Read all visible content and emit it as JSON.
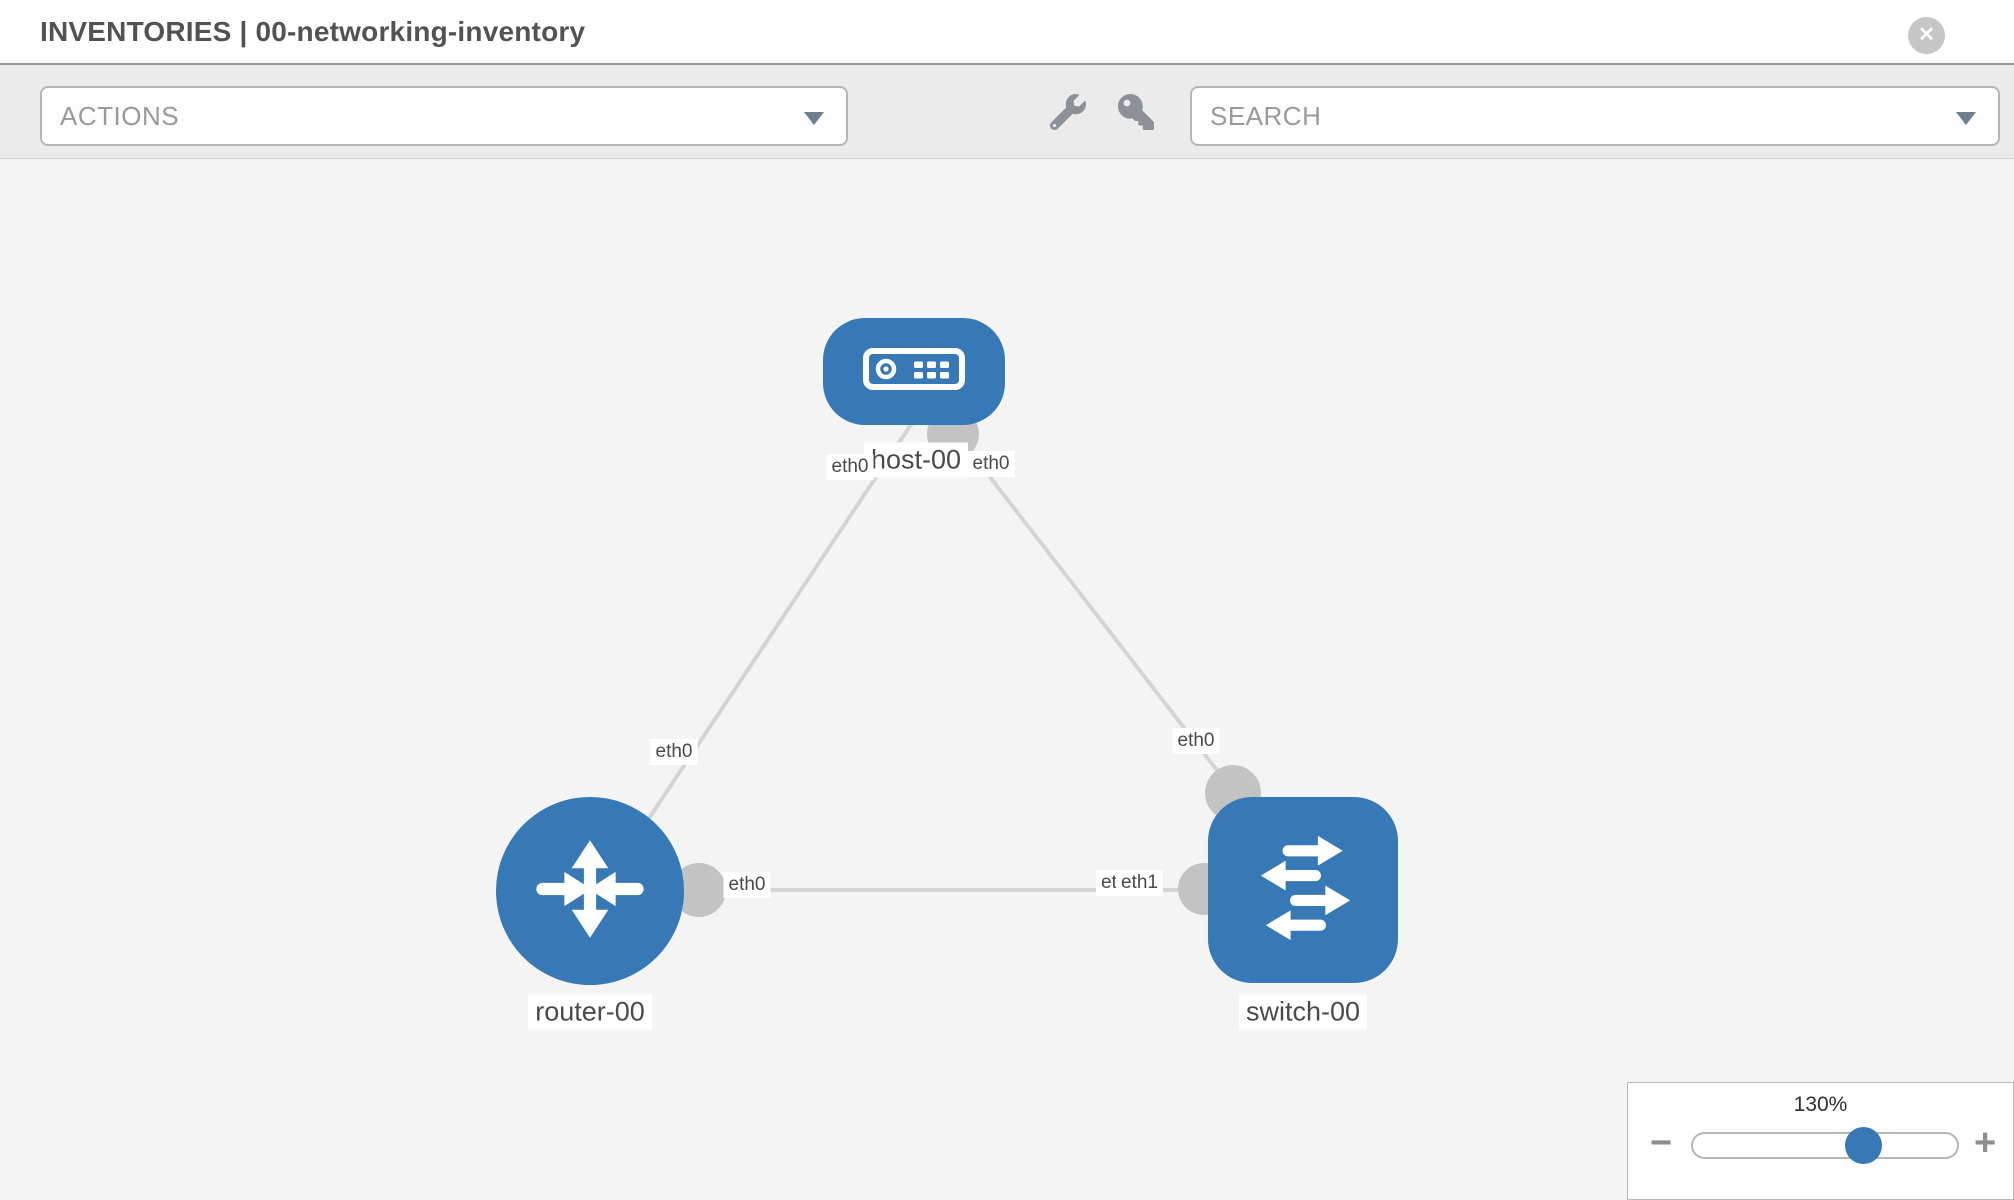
{
  "header": {
    "title": "INVENTORIES | 00-networking-inventory"
  },
  "icons": {
    "close": "✕",
    "minus": "−",
    "plus": "+",
    "wrench": "wrench-icon",
    "key": "key-icon"
  },
  "toolbar": {
    "actions_label": "ACTIONS",
    "search_placeholder": "SEARCH"
  },
  "topology": {
    "nodes": [
      {
        "id": "host-00",
        "label": "host-00",
        "type": "host"
      },
      {
        "id": "router-00",
        "label": "router-00",
        "type": "router"
      },
      {
        "id": "switch-00",
        "label": "switch-00",
        "type": "switch"
      }
    ],
    "links": [
      {
        "from": "host-00",
        "to": "router-00",
        "from_if": "eth0",
        "to_if": "eth0"
      },
      {
        "from": "host-00",
        "to": "switch-00",
        "from_if": "eth0",
        "to_if": "eth0"
      },
      {
        "from": "router-00",
        "to": "switch-00",
        "from_if": "eth0",
        "to_if": "eth1"
      }
    ],
    "if_labels": {
      "host_left": "eth0",
      "host_right": "eth0",
      "router_link_mid": "eth0",
      "switch_link_mid": "eth0",
      "router_port": "eth0",
      "switch_port_under": "eth0",
      "switch_port": "eth1"
    }
  },
  "zoom_control": {
    "level": "130%"
  },
  "colors": {
    "node_blue": "#3779b6",
    "link_gray": "#d4d4d4",
    "port_gray": "#c3c3c3",
    "canvas_bg": "#f4f4f4",
    "toolbar_bg": "#ebebeb"
  }
}
